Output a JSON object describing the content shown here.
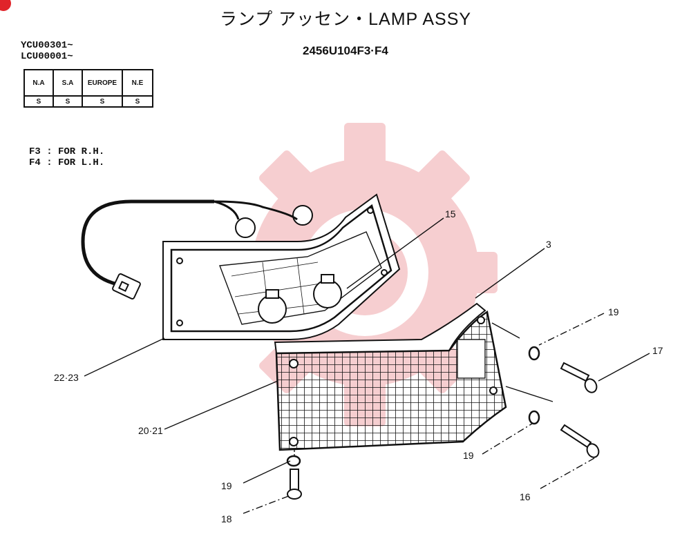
{
  "title": "ランプ アッセン・LAMP ASSY",
  "part_code": "2456U104F3·F4",
  "serials": [
    "YCU00301~",
    "LCU00001~"
  ],
  "markets": {
    "headers": [
      "N.A",
      "S.A",
      "EUROPE",
      "N.E"
    ],
    "values": [
      "S",
      "S",
      "S",
      "S"
    ]
  },
  "notes": [
    "F3 : FOR R.H.",
    "F4 : FOR L.H."
  ],
  "callouts": {
    "c15": "15",
    "c3": "3",
    "c19a": "19",
    "c17": "17",
    "c2223": "22·23",
    "c2021": "20·21",
    "c19b": "19",
    "c19c": "19",
    "c16": "16",
    "c18": "18"
  },
  "colors": {
    "watermark": "#f6c9cc",
    "badge": "#e0242a"
  }
}
